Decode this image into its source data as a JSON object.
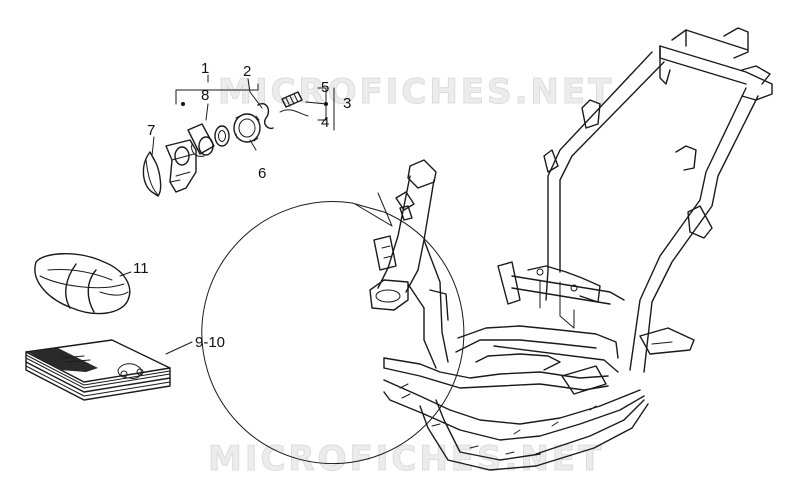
{
  "watermarks": {
    "top": "MICROFICHES.NET",
    "bottom": "MICROFICHES.NET"
  },
  "callouts": {
    "n1": "1",
    "n2": "2",
    "n3": "3",
    "n4": "4",
    "n5": "5",
    "n6": "6",
    "n7": "7",
    "n8": "8",
    "n9_10": "9-10",
    "n11": "11"
  },
  "icons": {
    "lock-assembly": "lock-assembly-icon",
    "frame": "scooter-frame-icon",
    "manual": "manual-booklet-icon",
    "tool-pouch": "tool-pouch-icon"
  },
  "colors": {
    "line": "#1a1a1a",
    "watermark": "#ececec",
    "background": "#ffffff"
  }
}
